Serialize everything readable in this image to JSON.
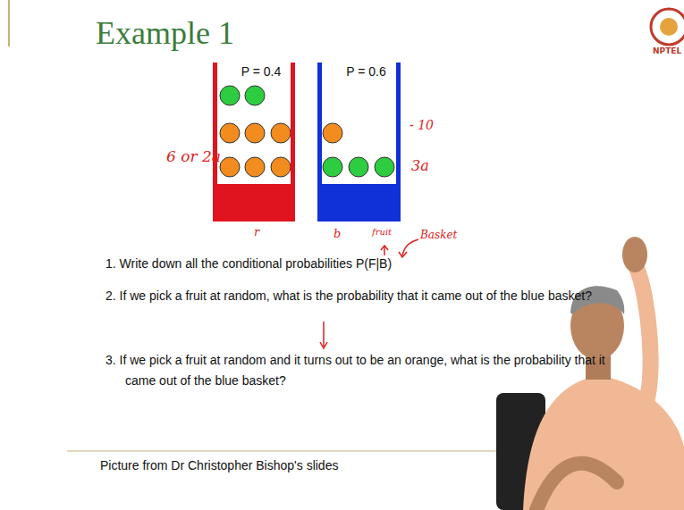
{
  "diagram": {
    "title": "Example 1",
    "caption": "Picture from Dr Christopher Bishop's slides",
    "nodes": [
      {
        "text": [
          "P = 0.4"
        ]
      },
      {
        "text": [
          "P = 0.6"
        ]
      }
    ],
    "labels": [
      "NPTEL",
      "6 or 2a",
      "- 10",
      "3a",
      "r",
      "b",
      "fruit",
      "Basket",
      "1. Write down all the conditional probabilities P(F|B)",
      "2. If we pick a fruit at random, what is the probability that it came out of the blue basket?",
      "3. If we pick a fruit at random and it turns out to be an orange, what is the probability that it came out of the blue basket?"
    ]
  }
}
